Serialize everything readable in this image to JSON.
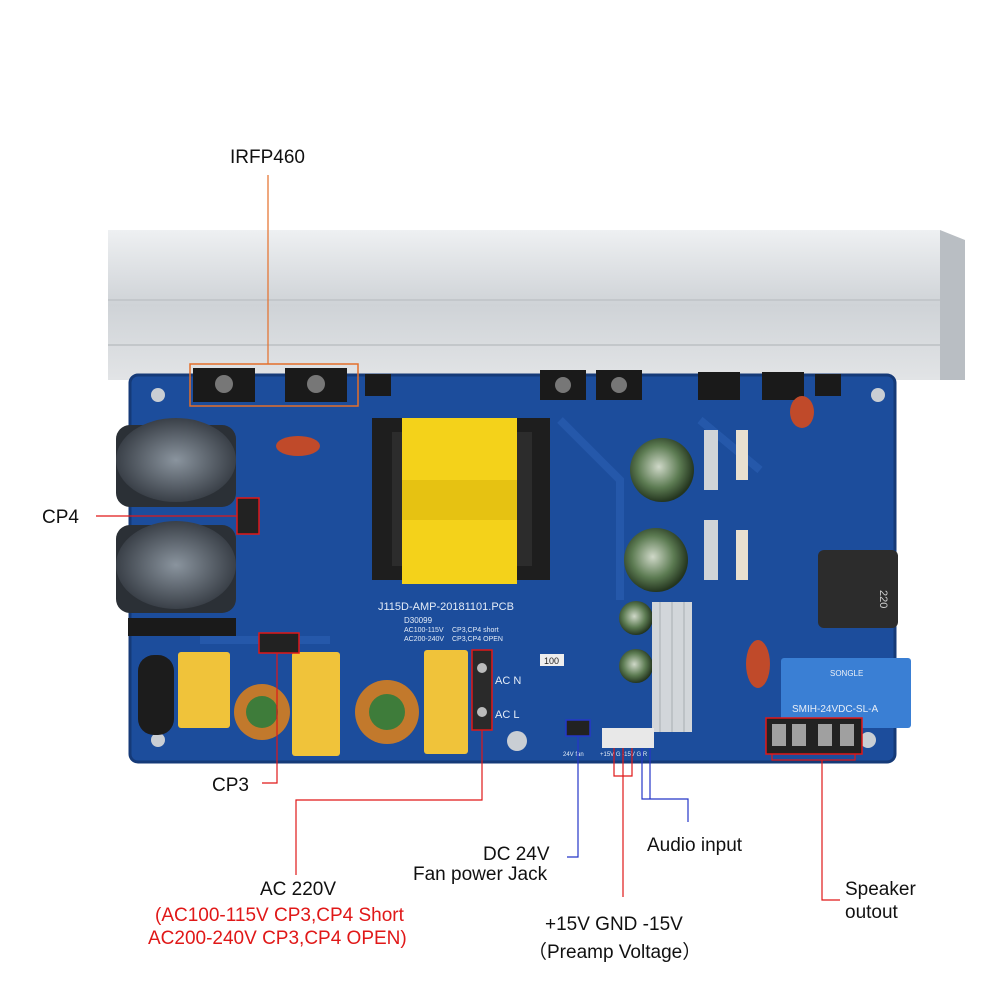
{
  "callouts": {
    "irfp460": "IRFP460",
    "cp4": "CP4",
    "cp3": "CP3",
    "ac220": "AC 220V",
    "ac_low": "(AC100-115V  CP3,CP4 Short",
    "ac_high": "AC200-240V  CP3,CP4 OPEN)",
    "dc24": "DC 24V",
    "fan_jack": "Fan power Jack",
    "preamp_v": "+15V GND -15V",
    "preamp_note": "（Preamp Voltage）",
    "audio_input": "Audio input",
    "speaker_1": "Speaker",
    "speaker_2": "outout"
  },
  "board": {
    "pcb_name": "J115D-AMP-20181101.PCB",
    "code": "D30099",
    "ac_low": "AC100-115V",
    "ac_high": "AC200-240V",
    "cp_short": "CP3,CP4 short",
    "cp_open": "CP3,CP4 OPEN",
    "ac_n": "AC N",
    "ac_l": "AC L",
    "relay_brand": "SONGLE",
    "relay_model": "SMIH-24VDC-SL-A",
    "cap_220": "220",
    "res_100": "100",
    "fan_pins": "24V  fan",
    "input_pins": "+15V G -15V G R"
  },
  "colors": {
    "pcb": "#1c4d9c",
    "heatsink": "#d7d9dc",
    "leader_orange": "#e46f2a",
    "leader_red": "#e01818",
    "leader_blue": "#2436c8",
    "transformer": "#f4d21a"
  }
}
